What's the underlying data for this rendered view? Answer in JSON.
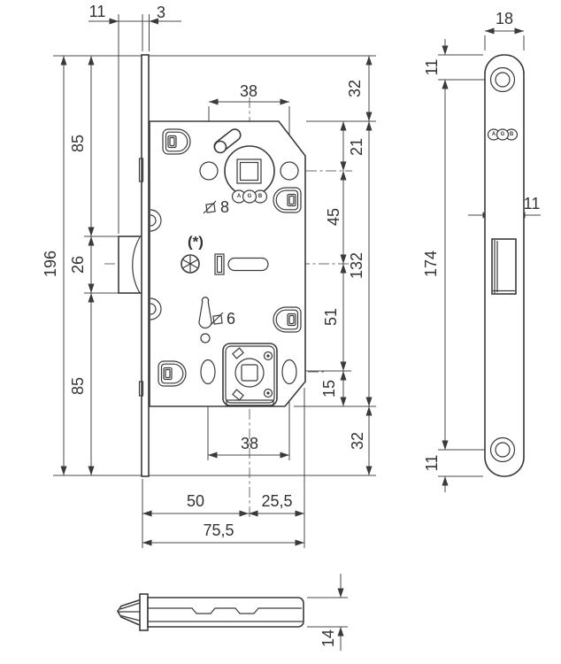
{
  "background": "#ffffff",
  "colors": {
    "line": "#3a3a3a",
    "dimension": "#4a4a4a",
    "text": "#333333"
  },
  "brand": {
    "letter1": "A",
    "letter2": "G",
    "letter3": "B"
  },
  "front_view": {
    "top": {
      "plate_offset": "11",
      "plate_thickness": "3",
      "handle_holes_spacing": "38"
    },
    "left": {
      "upper": "85",
      "total_height": "196",
      "latch_height": "26",
      "lower": "85"
    },
    "right": {
      "top_margin": "32",
      "body_top_to_axis": "21",
      "axis_spacing": "45",
      "body_height": "132",
      "wc_spacing": "51",
      "bottom_gap": "15",
      "bottom_margin": "32"
    },
    "inner": {
      "spindle_square": "8",
      "wc_square": "6",
      "note": "(*)"
    },
    "bottom": {
      "wc_holes_spacing": "38",
      "backset": "50",
      "rear_depth": "25,5",
      "total_depth": "75,5"
    }
  },
  "side_view": {
    "plate_width": "18",
    "top_hole_offset": "11",
    "holes_spacing": "174",
    "latch_width": "11",
    "bottom_hole_offset": "11"
  },
  "bottom_view": {
    "latch_thickness": "14"
  }
}
